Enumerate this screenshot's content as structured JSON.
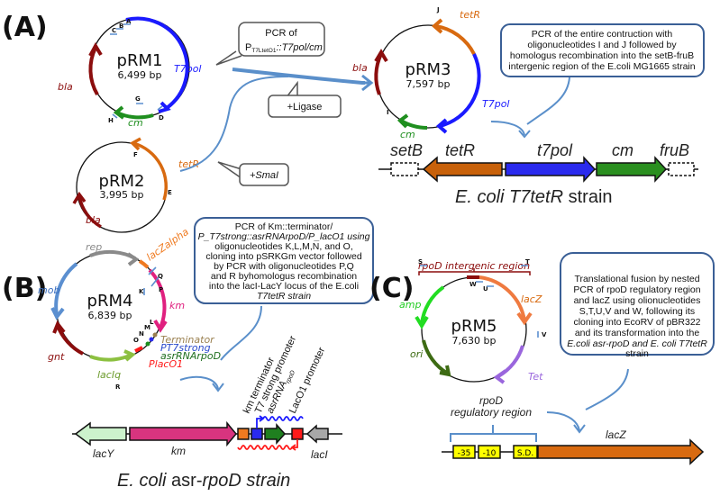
{
  "panels": {
    "A": {
      "label": "(A)",
      "pRM1": {
        "name": "pRM1",
        "size": "6,499 bp",
        "genes": [
          "T7pol",
          "cm",
          "bla"
        ],
        "primers": [
          "A",
          "B",
          "C",
          "D",
          "G",
          "H"
        ]
      },
      "pRM2": {
        "name": "pRM2",
        "size": "3,995 bp",
        "genes": [
          "tetR",
          "bla"
        ],
        "primers": [
          "F",
          "E"
        ]
      },
      "pRM3": {
        "name": "pRM3",
        "size": "7,597 bp",
        "genes": [
          "tetR",
          "T7pol",
          "cm",
          "bla"
        ],
        "primers": [
          "J",
          "I"
        ]
      },
      "callout_pcr": {
        "line1": "PCR of",
        "line2_prefix": "P",
        "line2_sub": "T7LtetO1",
        "line2_suffix": "::T7pol/cm"
      },
      "callout_ligase": "+Ligase",
      "callout_smai": "+SmaI",
      "description": [
        "PCR of the entire contruction with",
        "oligonucleotides I and J followed by",
        "homologus recombination into the setB-fruB",
        "intergenic region of the E.coli MG1665 strain"
      ],
      "locus": {
        "genes": [
          "setB",
          "tetR",
          "t7pol",
          "cm",
          "fruB"
        ]
      },
      "strain_prefix": "E. coli ",
      "strain_italic": "T7tetR",
      "strain_suffix": " strain"
    },
    "B": {
      "label": "(B)",
      "pRM4": {
        "name": "pRM4",
        "size": "6,839 bp",
        "genes": [
          "rep",
          "lacZalpha",
          "km",
          "Terminator",
          "PT7strong",
          "asrRNArpoD",
          "PlacO1",
          "lacIq",
          "gnt",
          "mob"
        ],
        "primers": [
          "Q",
          "P",
          "K",
          "L",
          "M",
          "N",
          "O",
          "R"
        ]
      },
      "description": [
        "PCR of Km::terminator/",
        "P_T7strong::asrRNArpoD/P_lacO1 using",
        "oligonucleotides K,L,M,N,  and O,",
        "cloning into pSRKGm vector followed",
        "by  PCR with oligonucleotides P,Q",
        "and R byhomologus recombination",
        "into the lacI-LacY locus of the E.coli",
        "T7tetR strain"
      ],
      "element_labels": [
        "km terminator",
        "T7 strong promoter",
        "asrRNA",
        "LacO1 promoter"
      ],
      "asrRNA_sub": "rpoD",
      "locus": {
        "genes": [
          "lacY",
          "km",
          "lacI"
        ]
      },
      "strain_prefix": "E. coli ",
      "strain_mid": "asr-",
      "strain_italic": "rpoD",
      "strain_suffix": " strain"
    },
    "C": {
      "label": "(C)",
      "pRM5": {
        "name": "pRM5",
        "size": "7,630 bp",
        "genes": [
          "lacZ",
          "Tet",
          "ori",
          "amp"
        ],
        "primers": [
          "S",
          "T",
          "W",
          "U",
          "V"
        ]
      },
      "region_label": "rpoD intergenic region",
      "description": [
        "Translational fusion by nested",
        "PCR of rpoD regulatory region",
        "and lacZ using olionucleotides",
        "S,T,U,V and W, following its",
        "cloning into EcoRV of pBR322",
        "and its transformation into the",
        "E.coli asr-rpoD and E. coli T7tetR",
        "strain"
      ],
      "regulatory_label": [
        "rpoD",
        "regulatory region"
      ],
      "boxes": [
        "-35",
        "-10",
        "S.D."
      ],
      "gene": "lacZ"
    }
  },
  "colors": {
    "blue_gene": "#1a1aff",
    "green_gene": "#1f8f1f",
    "dark_red": "#8b0d0d",
    "orange": "#d86a10",
    "primer_blue": "#5b8fd0",
    "arrow_blue": "#5a8fca",
    "box_border": "#3a5f96",
    "magenta": "#e0207f",
    "grey": "#8a8a8a",
    "light_green": "#8cc040",
    "red": "#ff1a1a",
    "lime": "#22dd22",
    "dark_green": "#3d6b13",
    "purple": "#9a66dd",
    "yellow": "#ffff00"
  }
}
